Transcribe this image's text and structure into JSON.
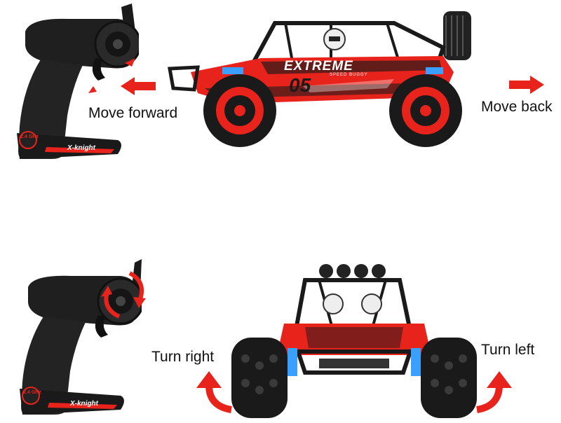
{
  "top": {
    "forward_label": "Move forward",
    "back_label": "Move back",
    "car_brand": "EXTREME",
    "car_subtext": "SPEED BUGGY",
    "car_number": "05",
    "remote_badge": "2.4 GHz",
    "remote_brand": "X-knight"
  },
  "bottom": {
    "right_label": "Turn right",
    "left_label": "Turn left",
    "remote_badge": "2.4 GHz",
    "remote_brand": "X-knight"
  },
  "colors": {
    "accent_red": "#e8231c",
    "body_black": "#1a1a1a",
    "background": "#ffffff"
  },
  "icons": [
    "remote-controller-icon",
    "arrow-left-icon",
    "arrow-right-icon",
    "curved-arrow-icon",
    "rc-buggy-side-icon",
    "rc-buggy-front-icon"
  ]
}
